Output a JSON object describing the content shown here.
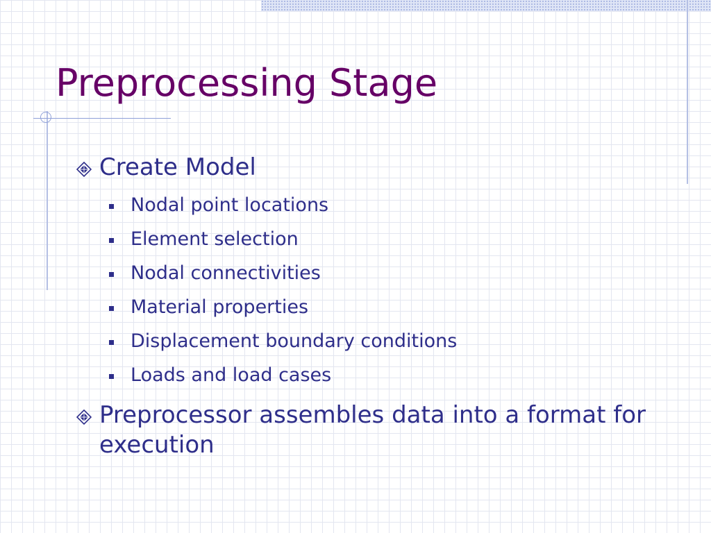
{
  "slide": {
    "title": "Preprocessing Stage",
    "bullets": [
      {
        "text": "Create Model",
        "icon": "diamond-bullet-icon",
        "sub": [
          {
            "text": "Nodal point locations",
            "icon": "square-bullet-icon"
          },
          {
            "text": "Element selection",
            "icon": "square-bullet-icon"
          },
          {
            "text": "Nodal connectivities",
            "icon": "square-bullet-icon"
          },
          {
            "text": "Material properties",
            "icon": "square-bullet-icon"
          },
          {
            "text": "Displacement boundary conditions",
            "icon": "square-bullet-icon"
          },
          {
            "text": "Loads and load cases",
            "icon": "square-bullet-icon"
          }
        ]
      },
      {
        "text": "Preprocessor assembles data into a format for execution",
        "icon": "diamond-bullet-icon"
      }
    ]
  },
  "colors": {
    "title": "#660066",
    "body": "#2e2e8a",
    "grid": "#e3e6f0",
    "accent_rule": "#b4bfe4"
  }
}
